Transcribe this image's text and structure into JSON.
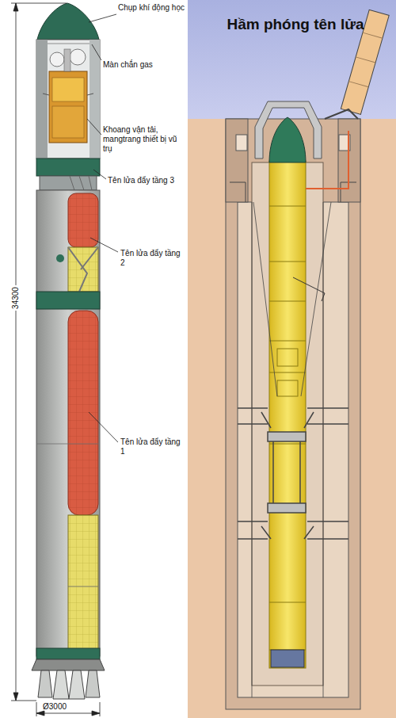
{
  "diagram": {
    "title": "Hầm phóng tên lửa",
    "labels": [
      "Chụp khí động học",
      "Màn chắn gas",
      "Khoang vận tải, mangtrang thiết bị vũ trụ",
      "Tên lửa đẩy tầng 3",
      "Tên lửa đẩy tầng 2",
      "Tên lửa đẩy tầng 1",
      "34300",
      "Ø3000"
    ]
  }
}
